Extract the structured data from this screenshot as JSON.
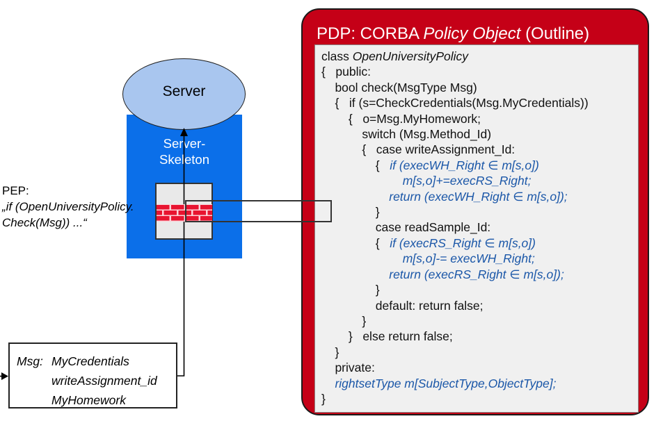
{
  "colors": {
    "pdp_red": "#c50017",
    "panel_gray": "#f0f0f0",
    "skeleton_blue": "#0b6fe9",
    "ellipse_blue": "#a9c6ef",
    "code_blue": "#1b57a8",
    "code_black": "#111111",
    "brick_red": "#e81430",
    "brick_mortar": "#fcd2d8"
  },
  "server": {
    "label": "Server"
  },
  "skeleton": {
    "line1": "Server-",
    "line2": "Skeleton"
  },
  "pep": {
    "line1": "PEP:",
    "line2": "„if (OpenUniversityPolicy.",
    "line3": "Check(Msg)) ...“"
  },
  "msg_box": {
    "label": "Msg:",
    "items": [
      "MyCredentials",
      "writeAssignment_id",
      "MyHomework"
    ]
  },
  "pdp": {
    "title_prefix": "PDP: CORBA ",
    "title_italic": "Policy Object",
    "title_suffix": " (Outline)",
    "code_lines": [
      {
        "segments": [
          {
            "t": "class ",
            "s": "p"
          },
          {
            "t": "OpenUniversityPolicy",
            "s": "i"
          }
        ]
      },
      {
        "segments": [
          {
            "t": "{   public:",
            "s": "p"
          }
        ]
      },
      {
        "segments": [
          {
            "t": "    bool check(MsgType Msg)",
            "s": "p"
          }
        ]
      },
      {
        "segments": [
          {
            "t": "    {   if (s=CheckCredentials(Msg.MyCredentials))",
            "s": "p"
          }
        ]
      },
      {
        "segments": [
          {
            "t": "        {   o=Msg.MyHomework;",
            "s": "p"
          }
        ]
      },
      {
        "segments": [
          {
            "t": "            switch (Msg.Method_Id)",
            "s": "p"
          }
        ]
      },
      {
        "segments": [
          {
            "t": "            {   case writeAssignment_Id:",
            "s": "p"
          }
        ]
      },
      {
        "segments": [
          {
            "t": "                {   ",
            "s": "p"
          },
          {
            "t": "if (execWH_Right ∈ m[s,o])",
            "s": "b"
          }
        ]
      },
      {
        "segments": [
          {
            "t": "                        m[s,o]+=execRS_Right;",
            "s": "b"
          }
        ]
      },
      {
        "segments": [
          {
            "t": "                    ",
            "s": "p"
          },
          {
            "t": "return (execWH_Right ∈ m[s,o]);",
            "s": "b"
          }
        ]
      },
      {
        "segments": [
          {
            "t": "                }",
            "s": "p"
          }
        ]
      },
      {
        "segments": [
          {
            "t": "                case readSample_Id:",
            "s": "p"
          }
        ]
      },
      {
        "segments": [
          {
            "t": "                {   ",
            "s": "p"
          },
          {
            "t": "if (execRS_Right ∈ m[s,o])",
            "s": "b"
          }
        ]
      },
      {
        "segments": [
          {
            "t": "                        m[s,o]-= execWH_Right;",
            "s": "b"
          }
        ]
      },
      {
        "segments": [
          {
            "t": "                    ",
            "s": "p"
          },
          {
            "t": "return (execRS_Right ∈ m[s,o]);",
            "s": "b"
          }
        ]
      },
      {
        "segments": [
          {
            "t": "                }",
            "s": "p"
          }
        ]
      },
      {
        "segments": [
          {
            "t": "                default: return false;",
            "s": "p"
          }
        ]
      },
      {
        "segments": [
          {
            "t": "            }",
            "s": "p"
          }
        ]
      },
      {
        "segments": [
          {
            "t": "        }   else return false;",
            "s": "p"
          }
        ]
      },
      {
        "segments": [
          {
            "t": "    }",
            "s": "p"
          }
        ]
      },
      {
        "segments": [
          {
            "t": "    private:",
            "s": "p"
          }
        ]
      },
      {
        "segments": [
          {
            "t": "    ",
            "s": "p"
          },
          {
            "t": "rightsetType m[SubjectType,ObjectType];",
            "s": "b"
          }
        ]
      },
      {
        "segments": [
          {
            "t": "}",
            "s": "p"
          }
        ]
      }
    ]
  }
}
